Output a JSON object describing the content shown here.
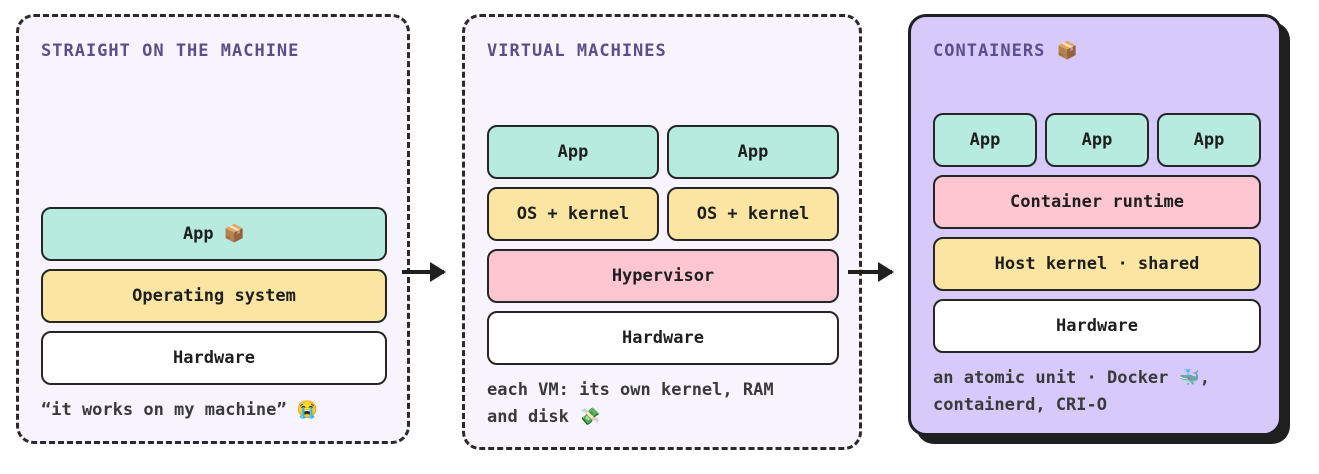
{
  "panels": {
    "machine": {
      "title": "STRAIGHT ON THE MACHINE",
      "layers": {
        "app": "App 📦",
        "os": "Operating system",
        "hardware": "Hardware"
      },
      "caption": "“it works on my machine” 😭"
    },
    "vm": {
      "title": "VIRTUAL MACHINES",
      "layers": {
        "app_left": "App",
        "app_right": "App",
        "os_left": "OS + kernel",
        "os_right": "OS + kernel",
        "hypervisor": "Hypervisor",
        "hardware": "Hardware"
      },
      "caption": "each VM: its own kernel, RAM\nand disk 💸"
    },
    "containers": {
      "title": "CONTAINERS 📦",
      "layers": {
        "app_1": "App",
        "app_2": "App",
        "app_3": "App",
        "runtime": "Container runtime",
        "kernel": "Host kernel · shared",
        "hardware": "Hardware"
      },
      "caption": "an atomic unit · Docker 🐳,\ncontainerd, CRI-O"
    }
  },
  "colors": {
    "app": "#b7ebdf",
    "os": "#fbe5a2",
    "hypervisor": "#fdc6d0",
    "hardware": "#ffffff",
    "containers_panel": "#d8c9fb",
    "dashed_panel": "#f7f4fe",
    "title": "#5b4f8a"
  }
}
